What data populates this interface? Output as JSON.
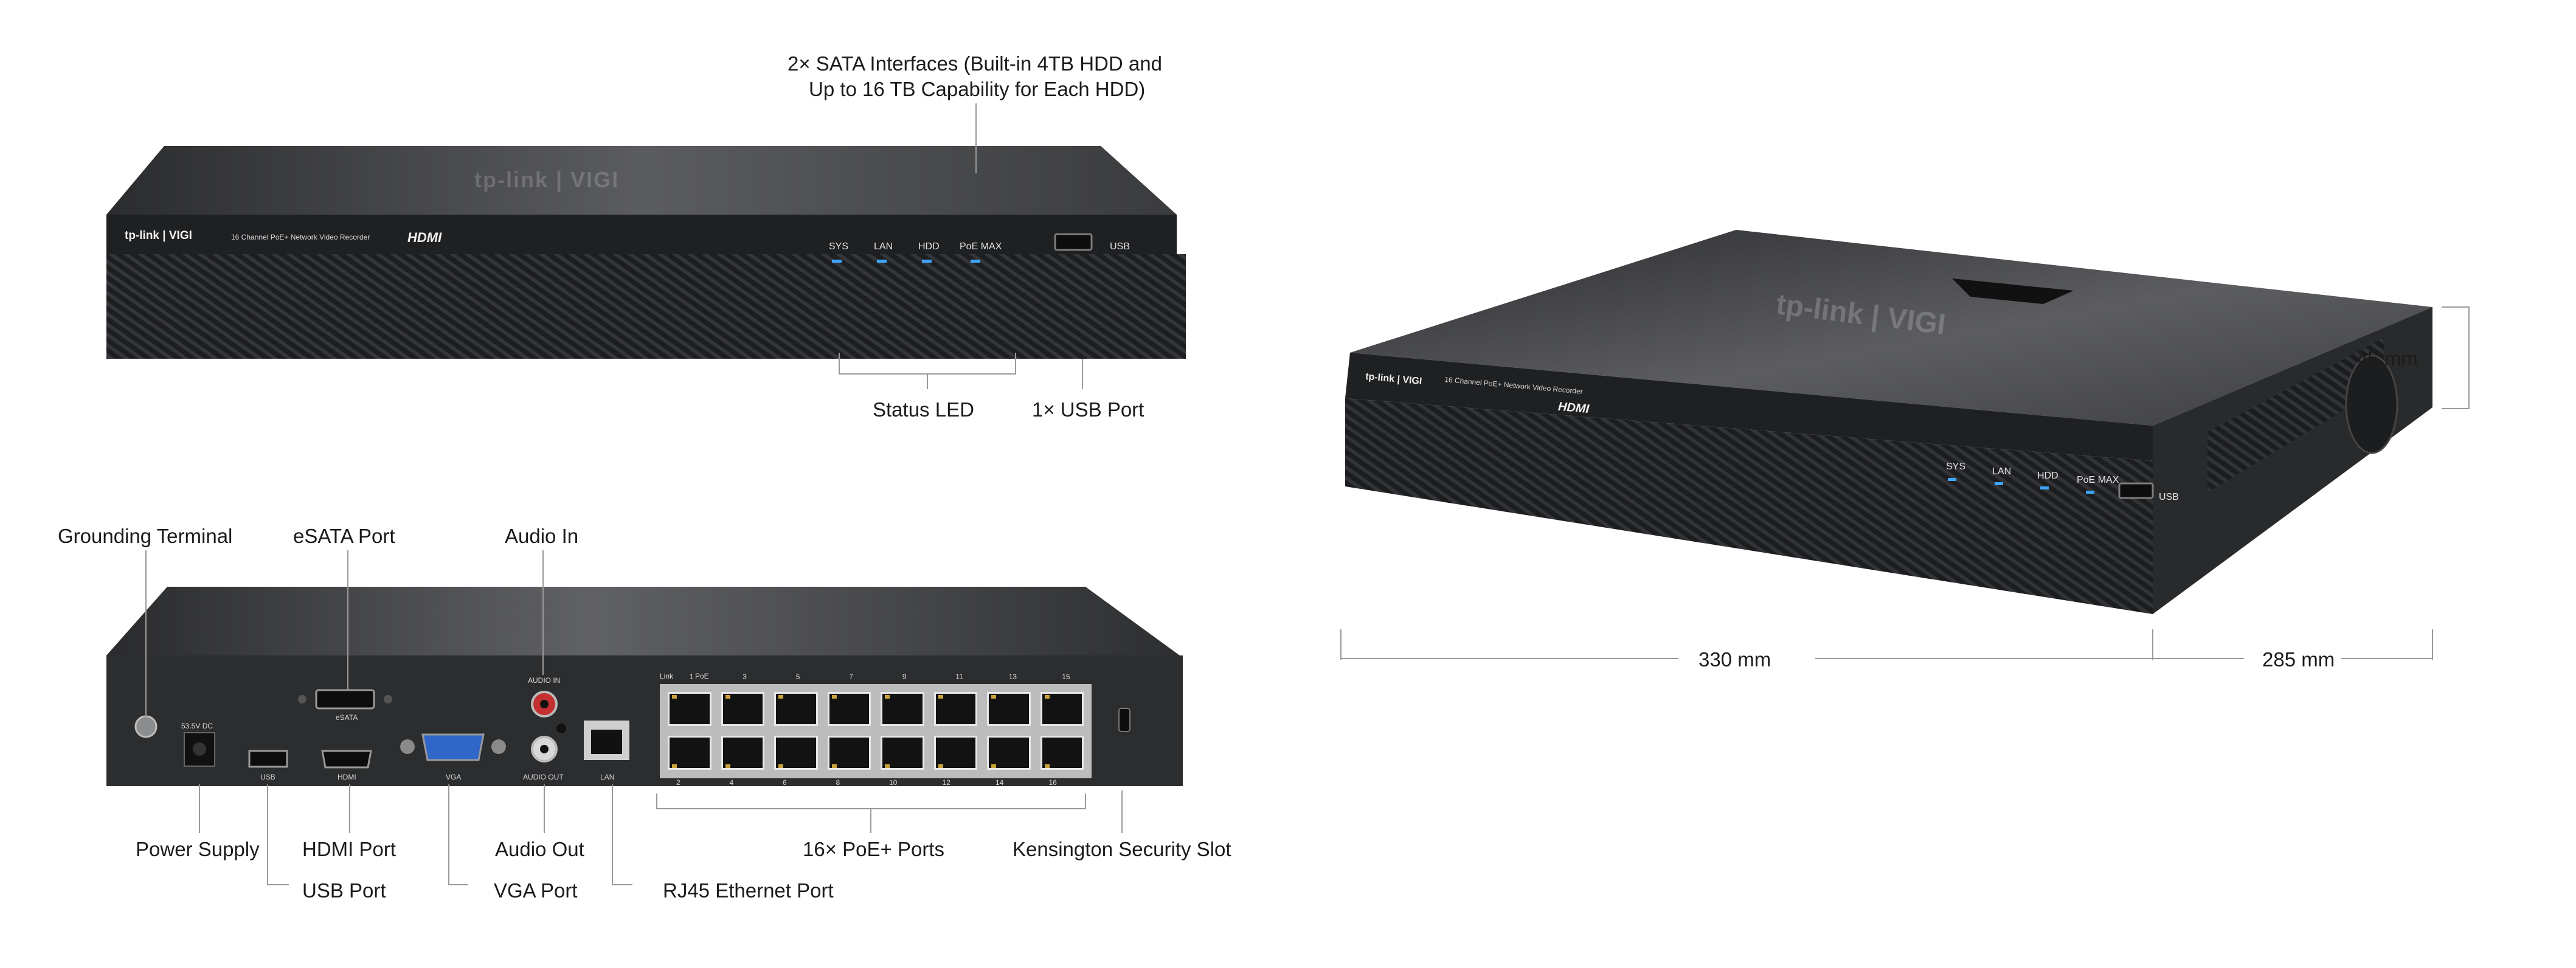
{
  "front": {
    "brand": "tp-link | VIGI",
    "model_text": "16 Channel PoE+ Network Video Recorder",
    "hdmi_logo": "HDMI",
    "top_logo": "tp-link | VIGI",
    "leds": [
      "SYS",
      "LAN",
      "HDD",
      "PoE MAX"
    ],
    "usb_label": "USB"
  },
  "front_callouts": {
    "sata_line1": "2× SATA Interfaces (Built-in 4TB HDD and",
    "sata_line2": "Up to 16 TB Capability for Each HDD)",
    "status_led": "Status LED",
    "usb_port": "1× USB Port"
  },
  "rear": {
    "psu_label": "53.5V  DC",
    "usb_label": "USB",
    "esata_label": "eSATA",
    "hdmi_label": "HDMI",
    "vga_label": "VGA",
    "audio_in_label": "AUDIO IN",
    "audio_out_label": "AUDIO OUT",
    "lan_label": "LAN",
    "link_label": "Link",
    "poe_label": "PoE",
    "port_top_numbers": [
      "1",
      "3",
      "5",
      "7",
      "9",
      "11",
      "13",
      "15"
    ],
    "port_bottom_numbers": [
      "2",
      "4",
      "6",
      "8",
      "10",
      "12",
      "14",
      "16"
    ]
  },
  "rear_callouts": {
    "grounding": "Grounding Terminal",
    "esata": "eSATA Port",
    "audio_in": "Audio In",
    "power": "Power Supply",
    "usb": "USB Port",
    "hdmi": "HDMI Port",
    "vga": "VGA Port",
    "audio_out": "Audio Out",
    "rj45": "RJ45 Ethernet Port",
    "poe_ports": "16× PoE+ Ports",
    "kensington": "Kensington Security Slot"
  },
  "dimensions": {
    "height": "45 mm",
    "width": "330 mm",
    "depth": "285 mm"
  },
  "iso": {
    "brand": "tp-link | VIGI",
    "model_text": "16 Channel PoE+ Network Video Recorder",
    "hdmi_logo": "HDMI",
    "top_logo": "tp-link | VIGI",
    "leds": [
      "SYS",
      "LAN",
      "HDD",
      "PoE MAX"
    ],
    "usb_label": "USB"
  },
  "colors": {
    "body": "#2a2b2d",
    "grille": "#1a1b1c",
    "led": "#3ea6ff",
    "leader": "#9a9a9a"
  }
}
